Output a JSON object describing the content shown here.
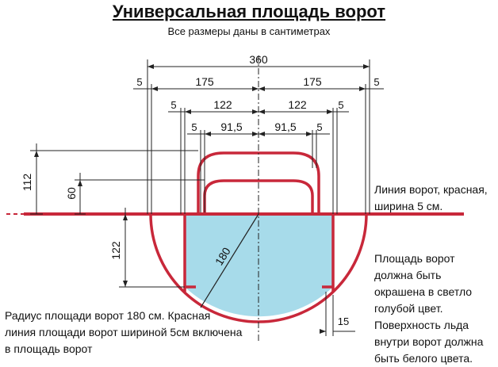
{
  "header": {
    "title": "Универсальная площадь ворот",
    "subtitle": "Все размеры даны в сантиметрах"
  },
  "dimensions": {
    "total": "360",
    "half_outer": "175",
    "half_mid": "122",
    "half_inner": "91,5",
    "edge": "5",
    "height_outer": "112",
    "height_inner": "60",
    "crease_depth": "122",
    "radius": "180",
    "notch": "15"
  },
  "notes": {
    "goal_line": "Линия ворот, красная, ширина 5 см.",
    "crease_color": "Площадь ворот должна быть окрашена в светло голубой цвет. Поверхность льда внутри ворот должна быть белого цвета.",
    "radius_info": "Радиус площади ворот 180 см. Красная линия площади ворот шириной 5см включена в площадь ворот"
  },
  "colors": {
    "red": "#c8283a",
    "crease_fill": "#a7dbea",
    "ink": "#1a1a1a"
  }
}
